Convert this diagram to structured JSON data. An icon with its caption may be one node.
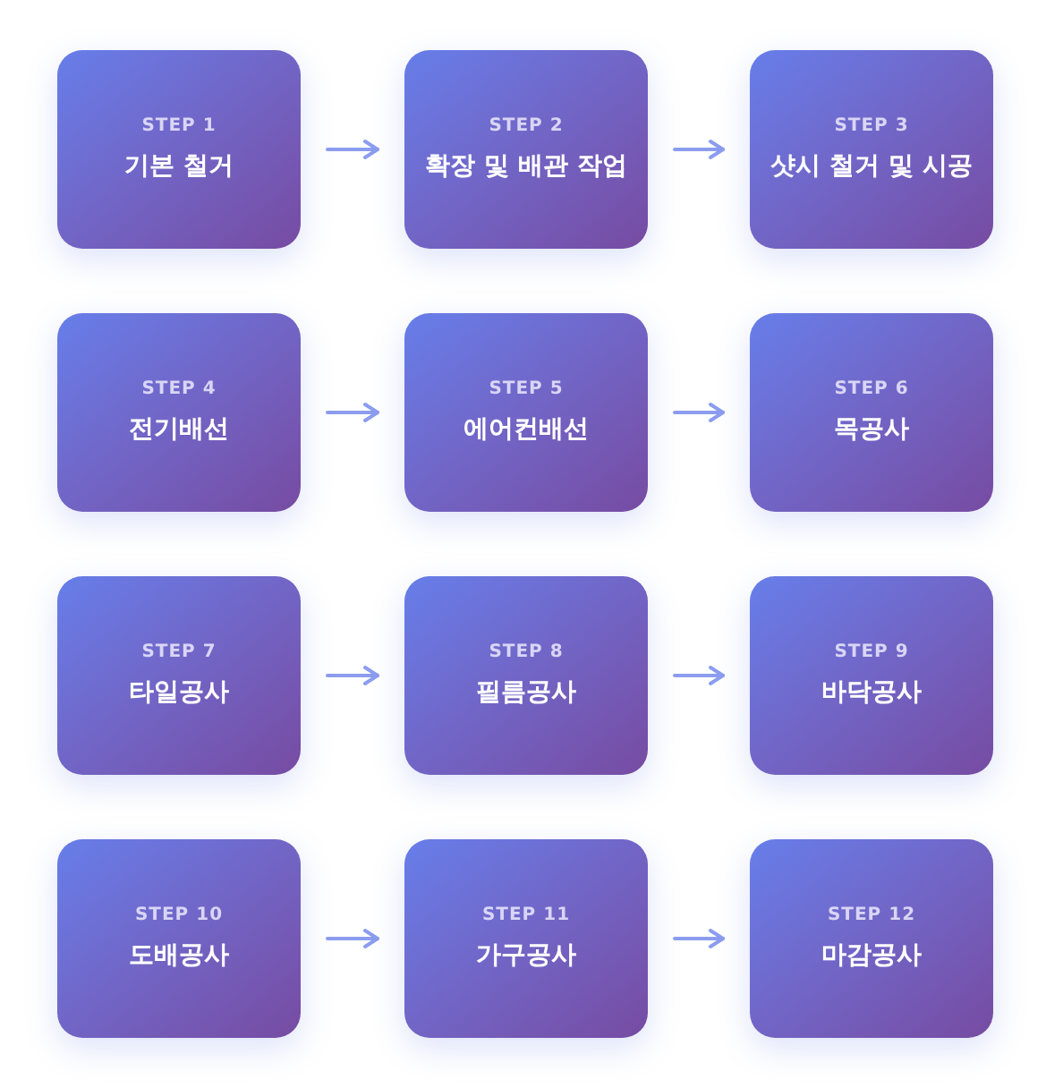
{
  "diagram": {
    "nodes": [
      {
        "text": [
          "STEP 1",
          "기본 철거"
        ]
      },
      {
        "text": [
          "STEP 2",
          "확장 및 배관 작업"
        ]
      },
      {
        "text": [
          "STEP 3",
          "샷시 철거 및 시공"
        ]
      },
      {
        "text": [
          "STEP 4",
          "전기배선"
        ]
      },
      {
        "text": [
          "STEP 5",
          "에어컨배선"
        ]
      },
      {
        "text": [
          "STEP 6",
          "목공사"
        ]
      },
      {
        "text": [
          "STEP 7",
          "타일공사"
        ]
      },
      {
        "text": [
          "STEP 8",
          "필름공사"
        ]
      },
      {
        "text": [
          "STEP 9",
          "바닥공사"
        ]
      },
      {
        "text": [
          "STEP 10",
          "도배공사"
        ]
      },
      {
        "text": [
          "STEP 11",
          "가구공사"
        ]
      },
      {
        "text": [
          "STEP 12",
          "마감공사"
        ]
      }
    ],
    "edges": [
      {
        "from": 0,
        "to": 1,
        "arrow": "to"
      },
      {
        "from": 1,
        "to": 2,
        "arrow": "to"
      },
      {
        "from": 3,
        "to": 4,
        "arrow": "to"
      },
      {
        "from": 4,
        "to": 5,
        "arrow": "to"
      },
      {
        "from": 6,
        "to": 7,
        "arrow": "to"
      },
      {
        "from": 7,
        "to": 8,
        "arrow": "to"
      },
      {
        "from": 9,
        "to": 10,
        "arrow": "to"
      },
      {
        "from": 10,
        "to": 11,
        "arrow": "to"
      }
    ]
  }
}
